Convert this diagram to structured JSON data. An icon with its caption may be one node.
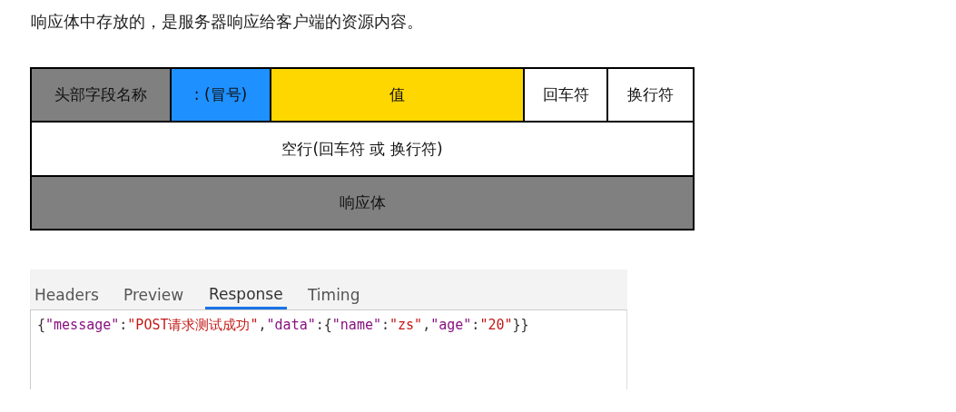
{
  "diagram": {
    "title": "响应体中存放的，是服务器响应给客户端的资源内容。",
    "nodes": [
      {
        "text": [
          "头部字段名称"
        ]
      },
      {
        "text": [
          ": (冒号)"
        ]
      },
      {
        "text": [
          "值"
        ]
      },
      {
        "text": [
          "回车符"
        ]
      },
      {
        "text": [
          "换行符"
        ]
      },
      {
        "text": [
          "空行(回车符 或 换行符)"
        ]
      },
      {
        "text": [
          "响应体"
        ]
      }
    ],
    "labels": [
      "Headers",
      "Preview",
      "Response",
      "Timing",
      "{\"message\":\"POST请求测试成功\",\"data\":{\"name\":\"zs\",\"age\":\"20\"}}"
    ]
  }
}
